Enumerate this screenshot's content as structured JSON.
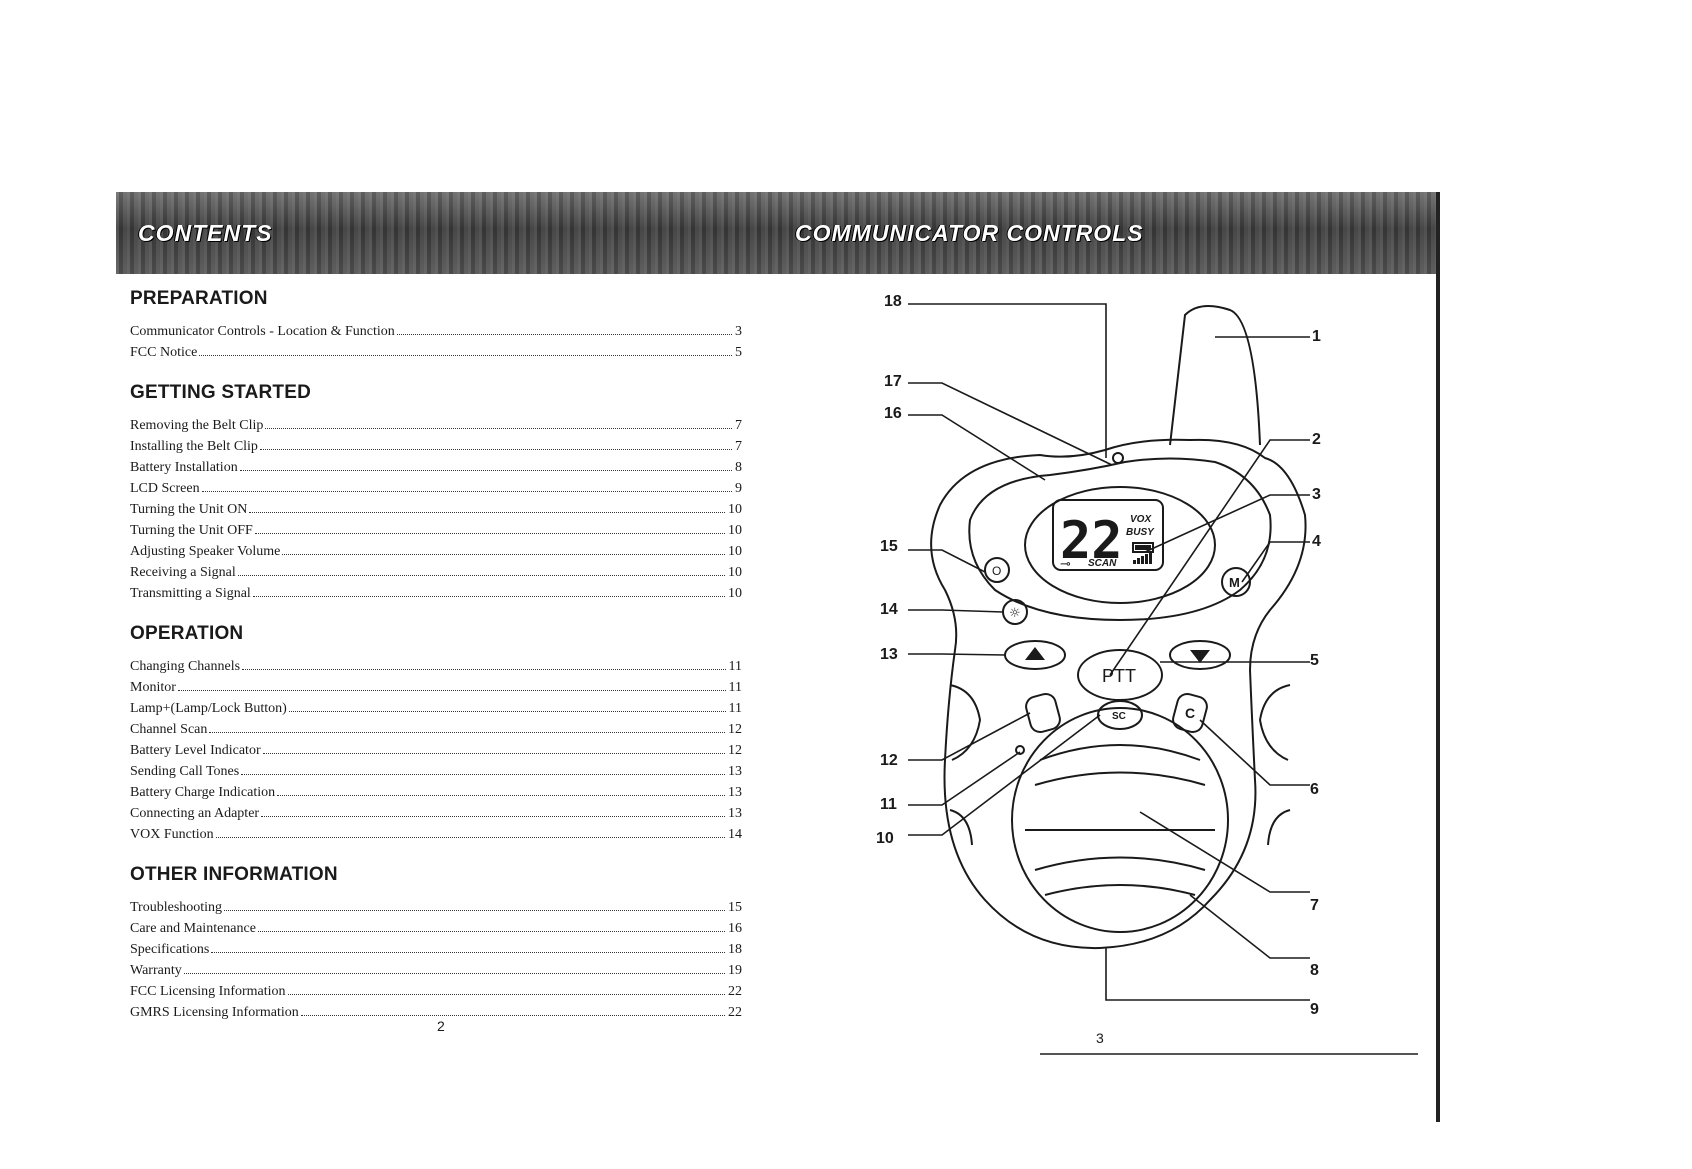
{
  "left_page": {
    "banner_title": "CONTENTS",
    "sections": [
      {
        "title": "PREPARATION",
        "entries": [
          {
            "label": "Communicator Controls - Location & Function",
            "page": "3"
          },
          {
            "label": "FCC Notice",
            "page": "5"
          }
        ]
      },
      {
        "title": "GETTING STARTED",
        "entries": [
          {
            "label": "Removing the Belt Clip",
            "page": "7"
          },
          {
            "label": "Installing the Belt Clip",
            "page": "7"
          },
          {
            "label": "Battery Installation",
            "page": "8"
          },
          {
            "label": "LCD Screen",
            "page": "9"
          },
          {
            "label": "Turning the Unit ON",
            "page": "10"
          },
          {
            "label": "Turning the Unit OFF",
            "page": "10"
          },
          {
            "label": "Adjusting Speaker Volume",
            "page": "10"
          },
          {
            "label": "Receiving a Signal",
            "page": "10"
          },
          {
            "label": "Transmitting a Signal",
            "page": "10"
          }
        ]
      },
      {
        "title": "OPERATION",
        "entries": [
          {
            "label": "Changing Channels",
            "page": "11"
          },
          {
            "label": "Monitor",
            "page": "11"
          },
          {
            "label": "Lamp+(Lamp/Lock Button)",
            "page": "11"
          },
          {
            "label": "Channel Scan",
            "page": "12"
          },
          {
            "label": "Battery Level Indicator",
            "page": "12"
          },
          {
            "label": "Sending Call Tones",
            "page": "13"
          },
          {
            "label": "Battery Charge Indication",
            "page": "13"
          },
          {
            "label": "Connecting an Adapter",
            "page": "13"
          },
          {
            "label": "VOX Function",
            "page": "14"
          }
        ]
      },
      {
        "title": "OTHER INFORMATION",
        "entries": [
          {
            "label": "Troubleshooting",
            "page": "15"
          },
          {
            "label": "Care and Maintenance",
            "page": "16"
          },
          {
            "label": "Specifications",
            "page": "18"
          },
          {
            "label": "Warranty",
            "page": "19"
          },
          {
            "label": "FCC Licensing Information",
            "page": "22"
          },
          {
            "label": "GMRS Licensing Information",
            "page": "22"
          }
        ]
      }
    ],
    "page_number": "2"
  },
  "right_page": {
    "banner_title": "COMMUNICATOR CONTROLS",
    "device": {
      "lcd_digits": "22",
      "lcd_vox": "VOX",
      "lcd_busy": "BUSY",
      "lcd_scan": "SCAN",
      "ptt_label": "PTT",
      "menu_label": "M",
      "call_label": "C",
      "scan_button_label": "SC",
      "power_label": "O"
    },
    "callouts": {
      "c1": "1",
      "c2": "2",
      "c3": "3",
      "c4": "4",
      "c5": "5",
      "c6": "6",
      "c7": "7",
      "c8": "8",
      "c9": "9",
      "c10": "10",
      "c11": "11",
      "c12": "12",
      "c13": "13",
      "c14": "14",
      "c15": "15",
      "c16": "16",
      "c17": "17",
      "c18": "18"
    },
    "page_number": "3"
  }
}
